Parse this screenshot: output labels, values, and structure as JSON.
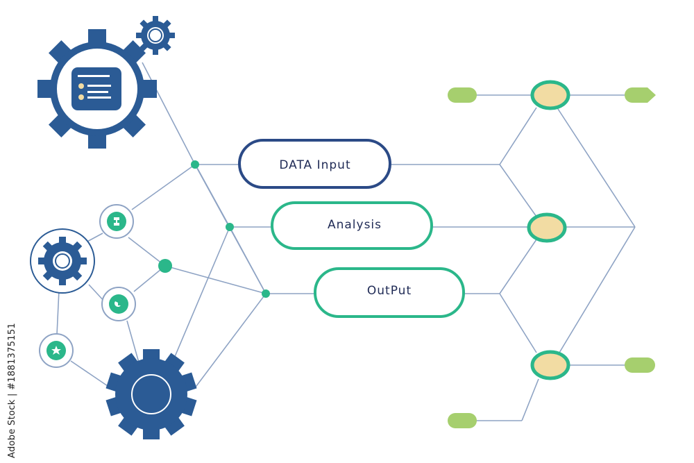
{
  "labels": {
    "data_input": "DATA Input",
    "analysis": "Analysis",
    "output": "OutPut"
  },
  "credit": "Adobe Stock | #1881375151",
  "colors": {
    "navy": "#2b5b95",
    "teal": "#2bb78a",
    "line": "#8ea3c4",
    "node_fill": "#f2dca3",
    "leaf": "#a6cf6e",
    "dark_text": "#1f2a55"
  },
  "icons": [
    "gear-icon",
    "document-icon",
    "star-icon",
    "puzzle-icon"
  ]
}
